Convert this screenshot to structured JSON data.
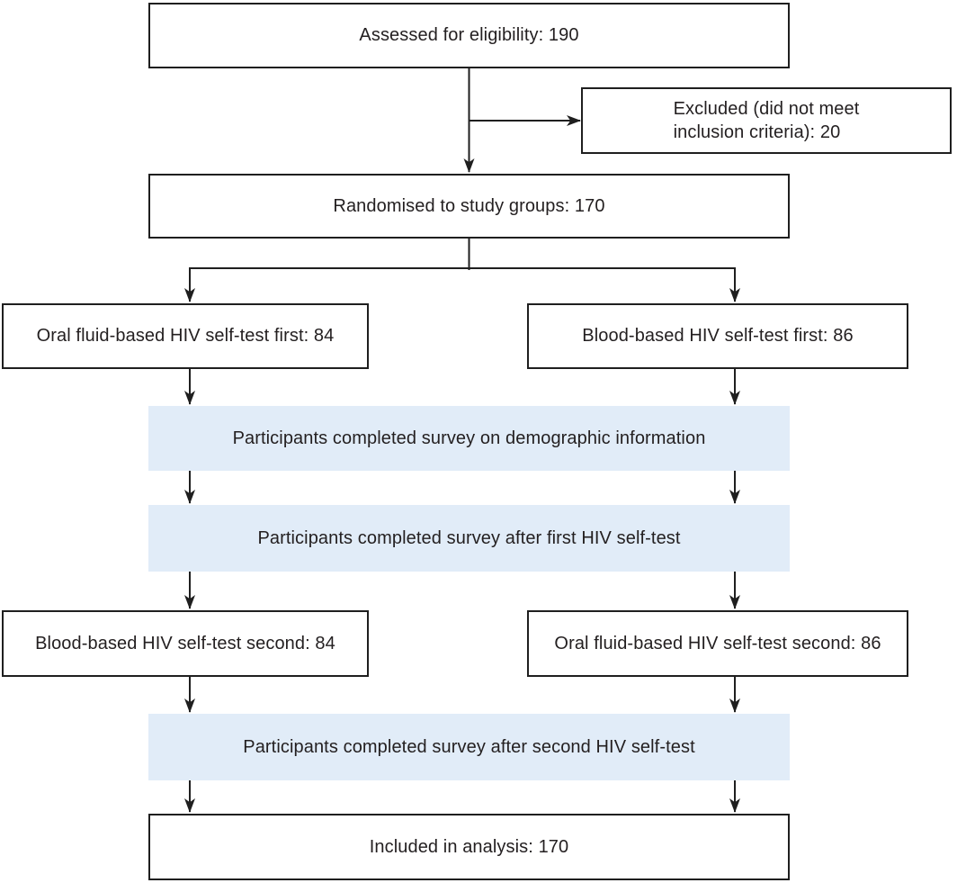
{
  "flowchart": {
    "kind": "consort-participant-flow",
    "colors": {
      "highlight_fill": "#e1ecf8",
      "box_border": "#1f1f1f",
      "text": "#231f20",
      "arrow": "#1f1f1f",
      "background": "#ffffff"
    },
    "nodes": {
      "assessed": {
        "label": "Assessed for eligibility: 190",
        "count": 190,
        "style": "outlined"
      },
      "excluded": {
        "label": "Excluded (did not meet\ninclusion criteria): 20",
        "count": 20,
        "style": "outlined"
      },
      "randomised": {
        "label": "Randomised to study groups: 170",
        "count": 170,
        "style": "outlined"
      },
      "oral_first": {
        "label": "Oral fluid-based HIV self-test first: 84",
        "count": 84,
        "style": "outlined"
      },
      "blood_first": {
        "label": "Blood-based HIV self-test first: 86",
        "count": 86,
        "style": "outlined"
      },
      "survey_demographic": {
        "label": "Participants completed survey on demographic information",
        "style": "filled"
      },
      "survey_first": {
        "label": "Participants completed survey after first HIV self-test",
        "style": "filled"
      },
      "blood_second": {
        "label": "Blood-based HIV self-test second: 84",
        "count": 84,
        "style": "outlined"
      },
      "oral_second": {
        "label": "Oral fluid-based HIV self-test second: 86",
        "count": 86,
        "style": "outlined"
      },
      "survey_second": {
        "label": "Participants completed survey after second HIV self-test",
        "style": "filled"
      },
      "analysis": {
        "label": "Included in analysis: 170",
        "count": 170,
        "style": "outlined"
      }
    },
    "edges": [
      {
        "from": "assessed",
        "to": "excluded"
      },
      {
        "from": "assessed",
        "to": "randomised"
      },
      {
        "from": "randomised",
        "to": "oral_first"
      },
      {
        "from": "randomised",
        "to": "blood_first"
      },
      {
        "from": "oral_first",
        "to": "survey_demographic"
      },
      {
        "from": "blood_first",
        "to": "survey_demographic"
      },
      {
        "from": "survey_demographic",
        "to": "survey_first"
      },
      {
        "from": "survey_first",
        "to": "blood_second"
      },
      {
        "from": "survey_first",
        "to": "oral_second"
      },
      {
        "from": "blood_second",
        "to": "survey_second"
      },
      {
        "from": "oral_second",
        "to": "survey_second"
      },
      {
        "from": "survey_second",
        "to": "analysis"
      }
    ]
  }
}
